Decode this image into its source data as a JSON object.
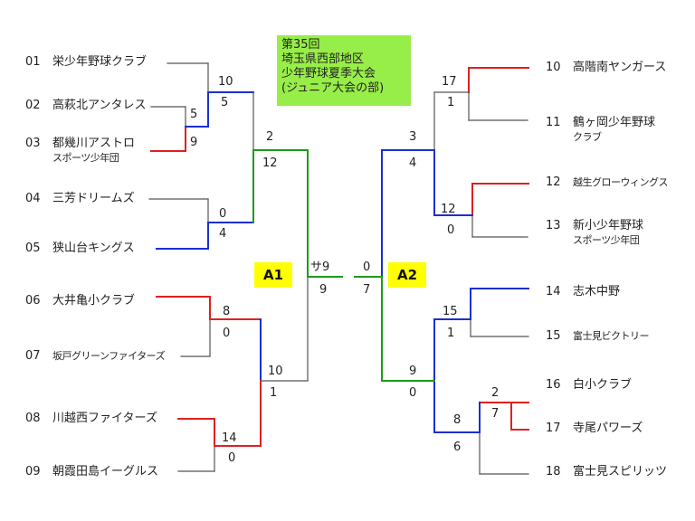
{
  "title_lines": [
    "第35回",
    "埼玉県西部地区",
    "少年野球夏季大会",
    "(ジュニア大会の部)"
  ],
  "blocks": {
    "left": "A1",
    "right": "A2"
  },
  "colors": {
    "line": "#555555",
    "red": "#e02020",
    "blue": "#1c2fcf",
    "green": "#1e9a1e",
    "title_bg": "#98ee48",
    "block_bg": "#ffff00"
  },
  "teams_left": [
    {
      "num": "01",
      "name": "栄少年野球クラブ",
      "sub": ""
    },
    {
      "num": "02",
      "name": "高萩北アンタレス",
      "sub": ""
    },
    {
      "num": "03",
      "name": "都幾川アストロ",
      "sub": "スポーツ少年団"
    },
    {
      "num": "04",
      "name": "三芳ドリームズ",
      "sub": ""
    },
    {
      "num": "05",
      "name": "狭山台キングス",
      "sub": ""
    },
    {
      "num": "06",
      "name": "大井亀小クラブ",
      "sub": ""
    },
    {
      "num": "07",
      "name": "坂戸グリーンファイターズ",
      "sub": ""
    },
    {
      "num": "08",
      "name": "川越西ファイターズ",
      "sub": ""
    },
    {
      "num": "09",
      "name": "朝霞田島イーグルス",
      "sub": ""
    }
  ],
  "teams_right": [
    {
      "num": "10",
      "name": "高階南ヤンガース",
      "sub": ""
    },
    {
      "num": "11",
      "name": "鶴ヶ岡少年野球",
      "sub": "クラブ"
    },
    {
      "num": "12",
      "name": "越生グローウィングス",
      "sub": ""
    },
    {
      "num": "13",
      "name": "新小少年野球",
      "sub": "スポーツ少年団"
    },
    {
      "num": "14",
      "name": "志木中野",
      "sub": ""
    },
    {
      "num": "15",
      "name": "富士見ビクトリー",
      "sub": ""
    },
    {
      "num": "16",
      "name": "白小クラブ",
      "sub": ""
    },
    {
      "num": "17",
      "name": "寺尾パワーズ",
      "sub": ""
    },
    {
      "num": "18",
      "name": "富士見スピリッツ",
      "sub": ""
    }
  ],
  "scores": {
    "m02_03_a": "5",
    "m02_03_b": "9",
    "m01_w_a": "10",
    "m01_w_b": "5",
    "m04_05_a": "0",
    "m04_05_b": "4",
    "semi_l1_a": "2",
    "semi_l1_b": "12",
    "m06_07_a": "8",
    "m06_07_b": "0",
    "m08_09_a": "14",
    "m08_09_b": "0",
    "semi_l2_a": "10",
    "semi_l2_b": "1",
    "final_l_a": "サ9",
    "final_l_b": "9",
    "final_r_a": "0",
    "final_r_b": "7",
    "m10_11_a": "17",
    "m10_11_b": "1",
    "m12_13_a": "12",
    "m12_13_b": "0",
    "semi_r1_a": "3",
    "semi_r1_b": "4",
    "m14_15_a": "15",
    "m14_15_b": "1",
    "m16_17_a": "2",
    "m16_17_b": "7",
    "m18_w_a": "8",
    "m18_w_b": "6",
    "semi_r2_a": "9",
    "semi_r2_b": "0"
  }
}
